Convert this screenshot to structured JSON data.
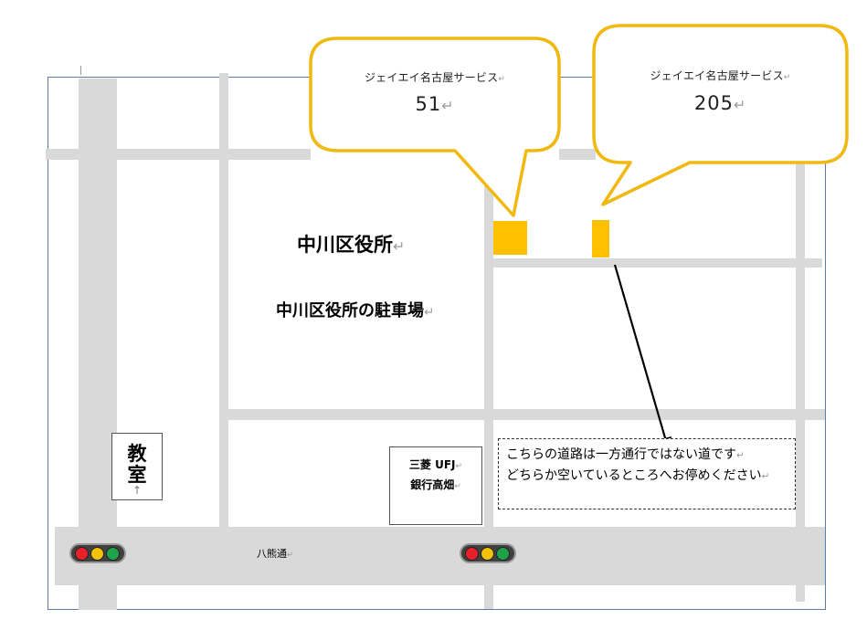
{
  "callouts": [
    {
      "name": "ジェイエイ名古屋サービス",
      "number": "51"
    },
    {
      "name": "ジェイエイ名古屋サービス",
      "number": "205"
    }
  ],
  "labels": {
    "ward_office": "中川区役所",
    "ward_parking": "中川区役所の駐車場",
    "return_mark": "↵",
    "classroom_line1": "教",
    "classroom_line2": "室",
    "classroom_arrow": "↑",
    "bank_line1": "三菱 UFJ",
    "bank_line2": "銀行高畑",
    "street_name": "八熊通"
  },
  "note": {
    "line1": "こちらの道路は一方通行ではない道です",
    "line2": "どちらか空いているところへお停めください"
  },
  "colors": {
    "parking": "#ffc000",
    "callout_border": "#f1b80f",
    "road": "#d9d9d9",
    "signal_red": "#e8202a",
    "signal_yellow": "#f2c20c",
    "signal_green": "#1fa34a"
  }
}
